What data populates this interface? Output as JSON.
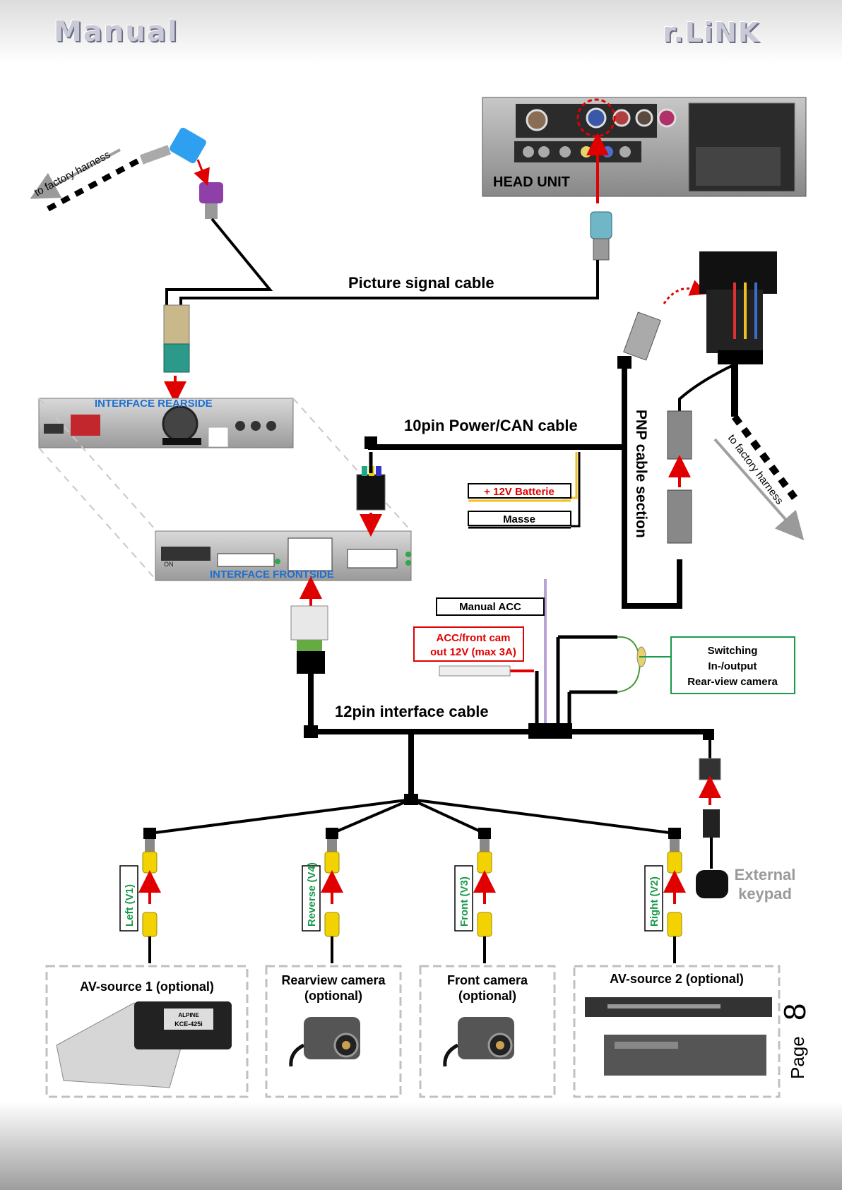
{
  "header": {
    "left_logo": "Manual",
    "right_logo": "r.LiNK"
  },
  "page": {
    "label": "Page",
    "number": "8"
  },
  "head_unit": {
    "label": "HEAD UNIT"
  },
  "harness": {
    "to_factory_left": "to factory harness",
    "to_factory_right": "to factory harness"
  },
  "cables": {
    "picture": "Picture signal cable",
    "power_can": "10pin Power/CAN cable",
    "pnp": "PNP cable section",
    "interface12": "12pin interface cable"
  },
  "interface": {
    "rear": "INTERFACE    REARSIDE",
    "front": "INTERFACE   FRONTSIDE",
    "on_label": "ON"
  },
  "power_labels": {
    "battery": "+ 12V Batterie",
    "ground": "Masse"
  },
  "acc": {
    "manual": "Manual ACC",
    "out_line1": "ACC/front cam",
    "out_line2": "out  12V (max 3A)"
  },
  "switching": {
    "line1": "Switching",
    "line2": "In-/output",
    "line3": "Rear-view camera"
  },
  "keypad": {
    "line1": "External",
    "line2": "keypad"
  },
  "video_inputs": [
    {
      "label": "Left (V1)"
    },
    {
      "label": "Reverse (V4)"
    },
    {
      "label": "Front  (V3)"
    },
    {
      "label": "Right  (V2)"
    }
  ],
  "sources": [
    {
      "line1": "AV-source 1 (optional)",
      "line2": ""
    },
    {
      "line1": "Rearview camera",
      "line2": "(optional)"
    },
    {
      "line1": "Front camera",
      "line2": "(optional)"
    },
    {
      "line1": "AV-source 2 (optional)",
      "line2": ""
    }
  ],
  "devices": {
    "alpine_brand": "ALPINE",
    "alpine_model": "KCE-425i"
  },
  "colors": {
    "label_green": "#1a9a4a",
    "label_red": "#e00000",
    "interface_blue": "#1f6fd0",
    "cable": "#000000",
    "arrow": "#e00000",
    "rca_yellow": "#f2d200"
  }
}
